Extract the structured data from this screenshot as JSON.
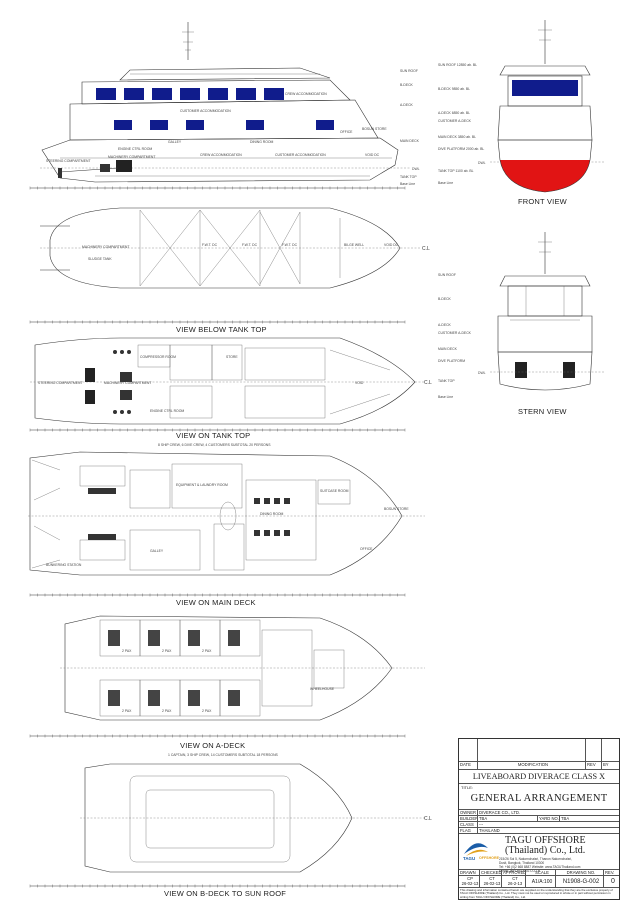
{
  "views": {
    "profile": {
      "labels": [
        "CREW ACCOMMODATION",
        "CUSTOMER ACCOMMODATION",
        "DINING ROOM",
        "GALLEY",
        "OFFICE",
        "BOSUN STORE",
        "STEERING COMPARTMENT",
        "MACHINERY COMPARTMENT",
        "ENGINE CTRL ROOM",
        "CREW ACCOMMODATION",
        "CUSTOMER ACCOMMODATION",
        "VOID DC"
      ],
      "levels": [
        "SUN ROOF",
        "B-DECK",
        "A-DECK",
        "MAIN DECK",
        "DWL",
        "TANK TOP",
        "Base Line"
      ]
    },
    "below_tank_top": {
      "caption": "VIEW BELOW TANK TOP",
      "labels": [
        "MACHINERY COMPARTMENT",
        "SLUDGE TANK",
        "F.W.T. DC",
        "F.W.T. DC",
        "F.W.T. DC",
        "BILGE WELL",
        "VOID DC",
        "C.L"
      ]
    },
    "tank_top": {
      "caption": "VIEW ON TANK TOP",
      "labels": [
        "STEERING COMPARTMENT",
        "MACHINERY COMPARTMENT",
        "COMPRESSOR ROOM",
        "STORE",
        "ENGINE CTRL ROOM",
        "VOID",
        "C.L"
      ]
    },
    "main_deck": {
      "caption": "VIEW ON MAIN DECK",
      "note": "8 SHIP CREW, 6 DIVE CREW, 4 CUSTOMERS SUBTOTAL 20 PERSONS",
      "labels": [
        "EQUIPMENT & LAUNDRY ROOM",
        "GALLEY",
        "DINING ROOM",
        "OFFICE",
        "BOSUN STORE",
        "BUNKERING STATION",
        "SUITCASE ROOM"
      ]
    },
    "a_deck": {
      "caption": "VIEW ON A-DECK",
      "note": "1 CAPTAIN, 3 SHIP CREW, 14 CUSTOMERS SUBTOTAL 18 PERSONS",
      "labels": [
        "WHEELHOUSE",
        "2 PAX",
        "2 PAX",
        "2 PAX",
        "2 PAX",
        "2 PAX",
        "2 PAX"
      ]
    },
    "b_deck": {
      "caption": "VIEW ON B-DECK TO SUN ROOF",
      "labels": [
        "C.L"
      ]
    },
    "front": {
      "caption": "FRONT VIEW",
      "levels": [
        "SUN ROOF 12850 ab. BL",
        "B-DECK 9850 ab. BL",
        "A-DECK 6850 ab. BL",
        "CUSTOMER A-DECK",
        "MAIN DECK 3850 ab. BL",
        "DIVE PLATFORM 2000 ab. BL",
        "TANK TOP 1100 ab. BL",
        "Base Line"
      ],
      "dwl": "DWL"
    },
    "stern": {
      "caption": "STERN VIEW",
      "levels": [
        "SUN ROOF",
        "B-DECK",
        "A-DECK",
        "CUSTOMER A-DECK",
        "MAIN DECK",
        "DIVE PLATFORM",
        "TANK TOP",
        "Base Line"
      ],
      "dwl": "DWL"
    }
  },
  "title_block": {
    "rev_header": {
      "date": "DATE",
      "modification": "MODIFICATION",
      "rev": "REV",
      "by": "BY"
    },
    "project": "LIVEABOARD DIVERACE CLASS X",
    "title_label": "TITLE:",
    "drawing_title": "GENERAL ARRANGEMENT",
    "owner_label": "OWNER",
    "owner": "DIVERACE CO., LTD.",
    "builder_label": "BUILDER",
    "builder": "TBA",
    "class_label": "CLASS",
    "class": "---",
    "flag_label": "FLAG",
    "flag": "THAILAND",
    "yard_label": "YARD NO.",
    "yard": "TBA",
    "company_line1": "TAGU OFFSHORE",
    "company_line2": "(Thailand) Co., Ltd.",
    "address_line1": "215/26 Soi 5, Nakornchaisri, Thanon Nakornchaisri,",
    "address_line2": "Dusit, Bangkok, Thailand 10300",
    "contact_line1": "Tel: +66 (0)2 668 8887  Website: www.TAGUThailand.com",
    "contact_line2": "E-mail: INFO@TAGU.CO.TH",
    "logo_word1": "TAGU",
    "logo_word2": "OFFSHORE",
    "drawn_label": "DRAWN",
    "checked_label": "CHECKED",
    "approved_label": "APPROVED",
    "scale_label": "SCALE",
    "drawing_no_label": "DRAWING NO.",
    "rev_label": "REV.",
    "drawn_by": "CP",
    "checked_by": "CT",
    "approved_by": "CT",
    "drawn_date": "26-02-13",
    "checked_date": "26-02-13",
    "approved_date": "26-2-13",
    "scale": "A1/A:100",
    "drawing_no": "N1908-G-002",
    "rev": "0",
    "disclaimer": "This drawing and information contained herein are supplied on the understanding that they are the exclusive property of TAGU OFFSHORE (Thailand) Co., Ltd. They must not be used or reproduced in whole or in part without permission in writing from TAGU OFFSHORE (Thailand) Co., Ltd."
  },
  "colors": {
    "windows": "#101c8c",
    "hull_red": "#e11414",
    "logo_blue": "#1a5da8",
    "logo_orange": "#e2a11c"
  }
}
